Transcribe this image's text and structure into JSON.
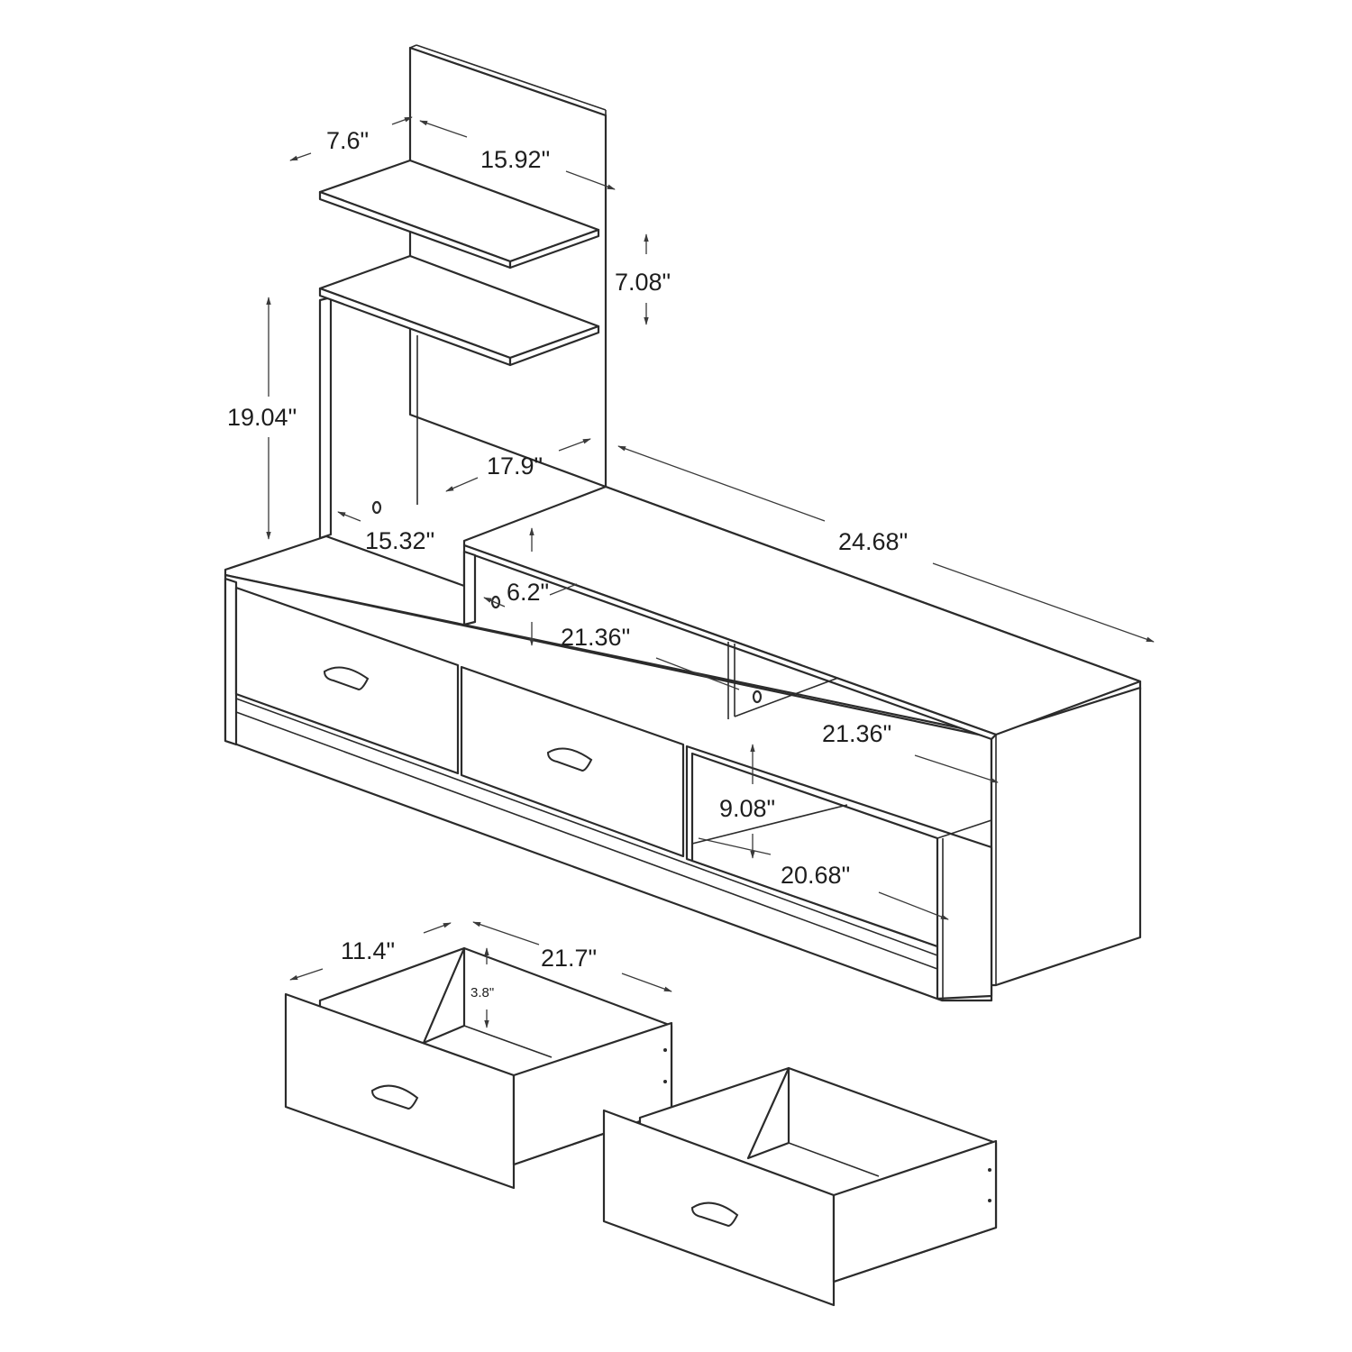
{
  "dimensions": {
    "top_shelf_depth": "7.6\"",
    "top_shelf_width": "15.92\"",
    "upper_shelf_spacing": "7.08\"",
    "tower_height": "19.04\"",
    "tower_shelf_width": "17.9\"",
    "tower_base_width": "15.32\"",
    "total_length": "24.68\"",
    "riser_height": "6.2\"",
    "riser_length": "21.36\"",
    "cabinet_top_length": "21.36\"",
    "open_bay_height": "9.08\"",
    "open_bay_width": "20.68\"",
    "drawer_depth": "11.4\"",
    "drawer_width": "21.7\"",
    "drawer_height": "3.8\""
  }
}
